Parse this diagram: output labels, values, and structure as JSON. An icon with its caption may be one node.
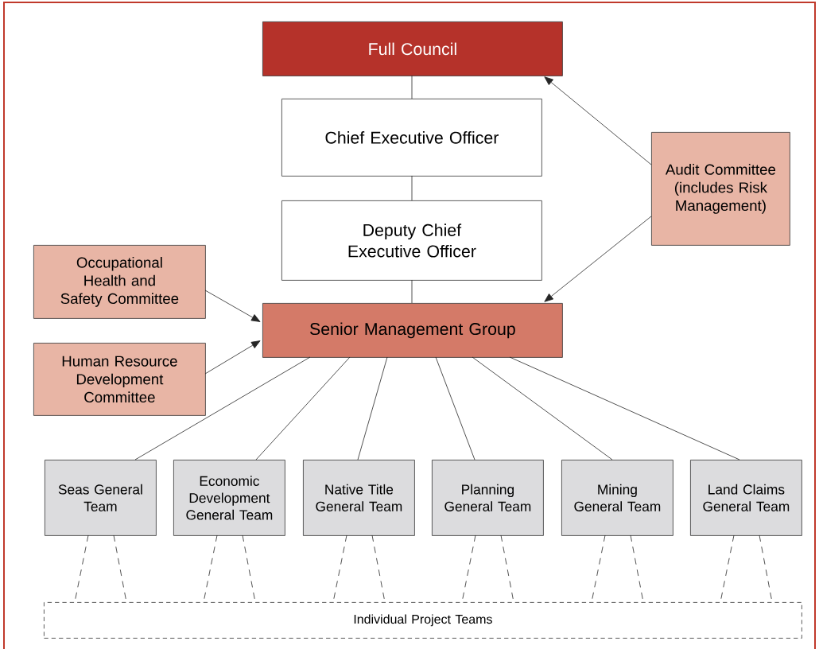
{
  "diagram": {
    "nodes": [
      {
        "text": [
          "Full Council"
        ]
      },
      {
        "text": [
          "Chief Executive Officer"
        ]
      },
      {
        "text": [
          "Deputy Chief Executive Officer"
        ]
      },
      {
        "text": [
          "Audit Committee (includes Risk Management)"
        ]
      },
      {
        "text": [
          "Occupational Health and Safety Committee"
        ]
      },
      {
        "text": [
          "Human Resource Development Committee"
        ]
      },
      {
        "text": [
          "Senior Management Group"
        ]
      },
      {
        "text": [
          "Seas General Team"
        ]
      },
      {
        "text": [
          "Economic Development General Team"
        ]
      },
      {
        "text": [
          "Native Title General Team"
        ]
      },
      {
        "text": [
          "Planning General Team"
        ]
      },
      {
        "text": [
          "Mining General Team"
        ]
      },
      {
        "text": [
          "Land Claims General Team"
        ]
      },
      {
        "text": [
          "Individual Project Teams"
        ]
      }
    ],
    "edges": [
      {
        "from": 0,
        "to": 1,
        "arrow": "none"
      },
      {
        "from": 1,
        "to": 2,
        "arrow": "none"
      },
      {
        "from": 2,
        "to": 6,
        "arrow": "none"
      },
      {
        "from": 3,
        "to": 0,
        "arrow": "to"
      },
      {
        "from": 3,
        "to": 6,
        "arrow": "to"
      },
      {
        "from": 4,
        "to": 6,
        "arrow": "to"
      },
      {
        "from": 5,
        "to": 6,
        "arrow": "to"
      },
      {
        "from": 6,
        "to": 7,
        "arrow": "none"
      },
      {
        "from": 6,
        "to": 8,
        "arrow": "none"
      },
      {
        "from": 6,
        "to": 9,
        "arrow": "none"
      },
      {
        "from": 6,
        "to": 10,
        "arrow": "none"
      },
      {
        "from": 6,
        "to": 11,
        "arrow": "none"
      },
      {
        "from": 6,
        "to": 12,
        "arrow": "none"
      },
      {
        "from": 7,
        "to": 13,
        "arrow": "none",
        "style": "dashed"
      },
      {
        "from": 7,
        "to": 13,
        "arrow": "none",
        "style": "dashed"
      },
      {
        "from": 8,
        "to": 13,
        "arrow": "none",
        "style": "dashed"
      },
      {
        "from": 8,
        "to": 13,
        "arrow": "none",
        "style": "dashed"
      },
      {
        "from": 9,
        "to": 13,
        "arrow": "none",
        "style": "dashed"
      },
      {
        "from": 9,
        "to": 13,
        "arrow": "none",
        "style": "dashed"
      },
      {
        "from": 10,
        "to": 13,
        "arrow": "none",
        "style": "dashed"
      },
      {
        "from": 10,
        "to": 13,
        "arrow": "none",
        "style": "dashed"
      },
      {
        "from": 11,
        "to": 13,
        "arrow": "none",
        "style": "dashed"
      },
      {
        "from": 11,
        "to": 13,
        "arrow": "none",
        "style": "dashed"
      },
      {
        "from": 12,
        "to": 13,
        "arrow": "none",
        "style": "dashed"
      },
      {
        "from": 12,
        "to": 13,
        "arrow": "none",
        "style": "dashed"
      }
    ]
  }
}
